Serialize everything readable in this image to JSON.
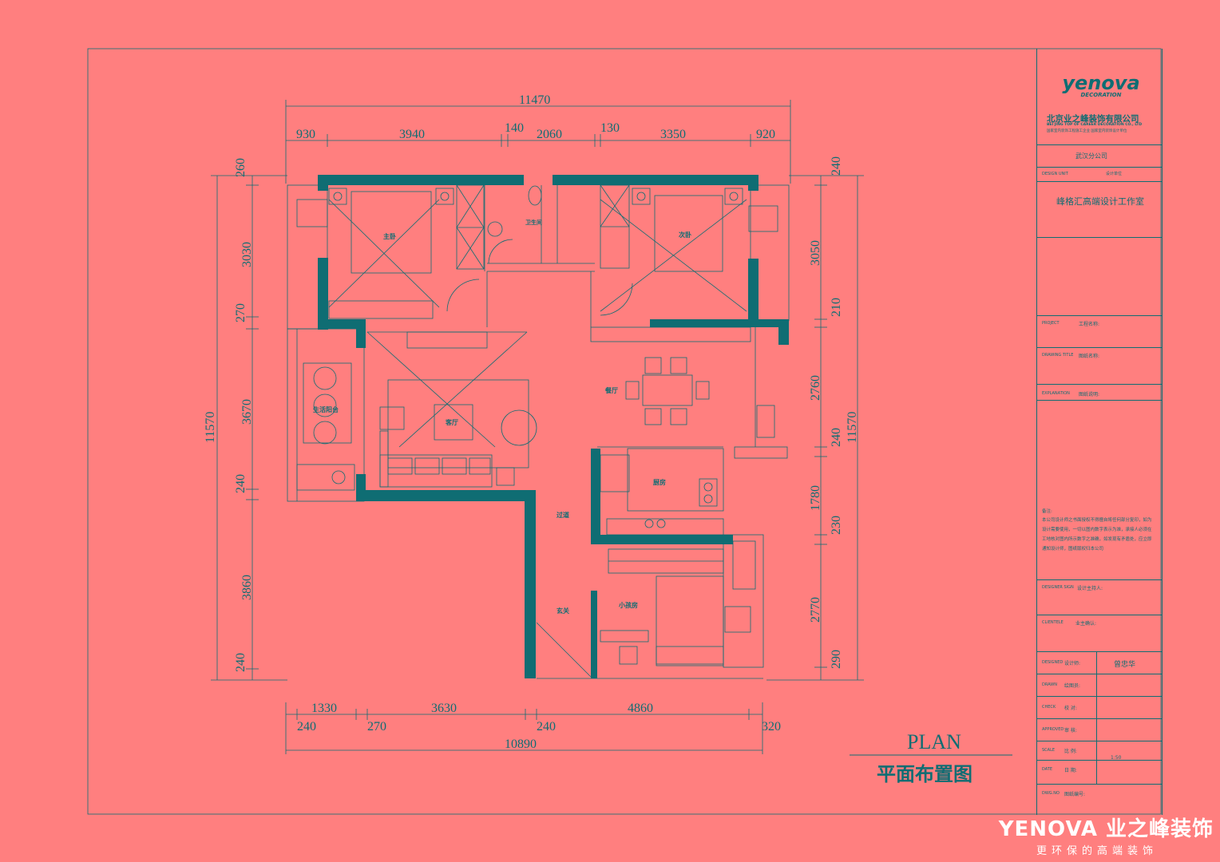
{
  "dimensions": {
    "top_total": "11470",
    "top_segments": [
      "930",
      "3940",
      "140",
      "2060",
      "130",
      "3350",
      "920"
    ],
    "bottom_segments_upper": [
      "1330",
      "3630",
      "4860"
    ],
    "bottom_segments_lower": [
      "240",
      "270",
      "240",
      "320"
    ],
    "bottom_total": "10890",
    "left_total": "11570",
    "left_segments": [
      "260",
      "3030",
      "270",
      "3670",
      "240",
      "3860",
      "240"
    ],
    "right_total": "11570",
    "right_segments": [
      "240",
      "3050",
      "210",
      "2760",
      "240",
      "1780",
      "230",
      "2770",
      "290"
    ]
  },
  "rooms": {
    "master_bedroom": "主卧",
    "bathroom": "卫生间",
    "second_bedroom": "次卧",
    "balcony": "生活阳台",
    "living_room": "客厅",
    "dining_room": "餐厅",
    "kitchen": "厨房",
    "corridor": "过道",
    "entrance": "玄关",
    "kids_room": "小孩房"
  },
  "plan_title": {
    "en": "PLAN",
    "cn": "平面布置图"
  },
  "title_block": {
    "logo_main": "yenova",
    "logo_sub": "DECORATION",
    "company_cn": "北京业之峰装饰有限公司",
    "company_en": "BEI JING TOP OF CAREER DECORATION CO., LTD",
    "company_tagline": "国家室内装饰工程施工企业 国家室内装饰设计单位",
    "branch": "武汉分公司",
    "design_unit_en": "DESIGN UNIT",
    "design_unit_cn": "设计单位",
    "studio": "峰格汇高端设计工作室",
    "project_en": "PROJECT",
    "project_cn": "工程名称:",
    "drawing_title_en": "DRAWING TITLE",
    "drawing_title_cn": "图纸名称:",
    "explanation_en": "EXPLANATION",
    "explanation_cn": "图纸说明:",
    "notes_heading": "备注:",
    "notes_text": "本公司设计师之书面授权不得擅自将任何部分复印，如为设计需要使用，一切以图内数字表示为准，承接人必须在工地核对图内所示数字之准确，如发现有矛盾处，应立即通知设计师，图纸版权归本公司",
    "designer_sign_en": "DESIGNER SIGN",
    "designer_sign_cn": "设计主持人:",
    "client_en": "CLIENTELE",
    "client_cn": "业主确认:",
    "designed_en": "DESIGNED",
    "designed_cn": "设计师:",
    "designer_name": "曾忠华",
    "drawn_en": "DRAWN",
    "drawn_cn": "绘图员:",
    "check_en": "CHECK",
    "check_cn": "校 对:",
    "approved_en": "APPROVED",
    "approved_cn": "审 核:",
    "scale_en": "SCALE",
    "scale_cn": "比 例:",
    "scale_value": "1:50",
    "date_en": "DATE",
    "date_cn": "日 期:",
    "dwg_no_en": "DWG.NO",
    "dwg_no_cn": "图纸编号:"
  },
  "brand": {
    "main": "YENOVA 业之峰装饰",
    "sub": "更环保的高端装饰"
  },
  "colors": {
    "background": "#ff7f7f",
    "line": "#0f6d73",
    "wall": "#0f6d73",
    "brand_text": "#ffffff"
  }
}
